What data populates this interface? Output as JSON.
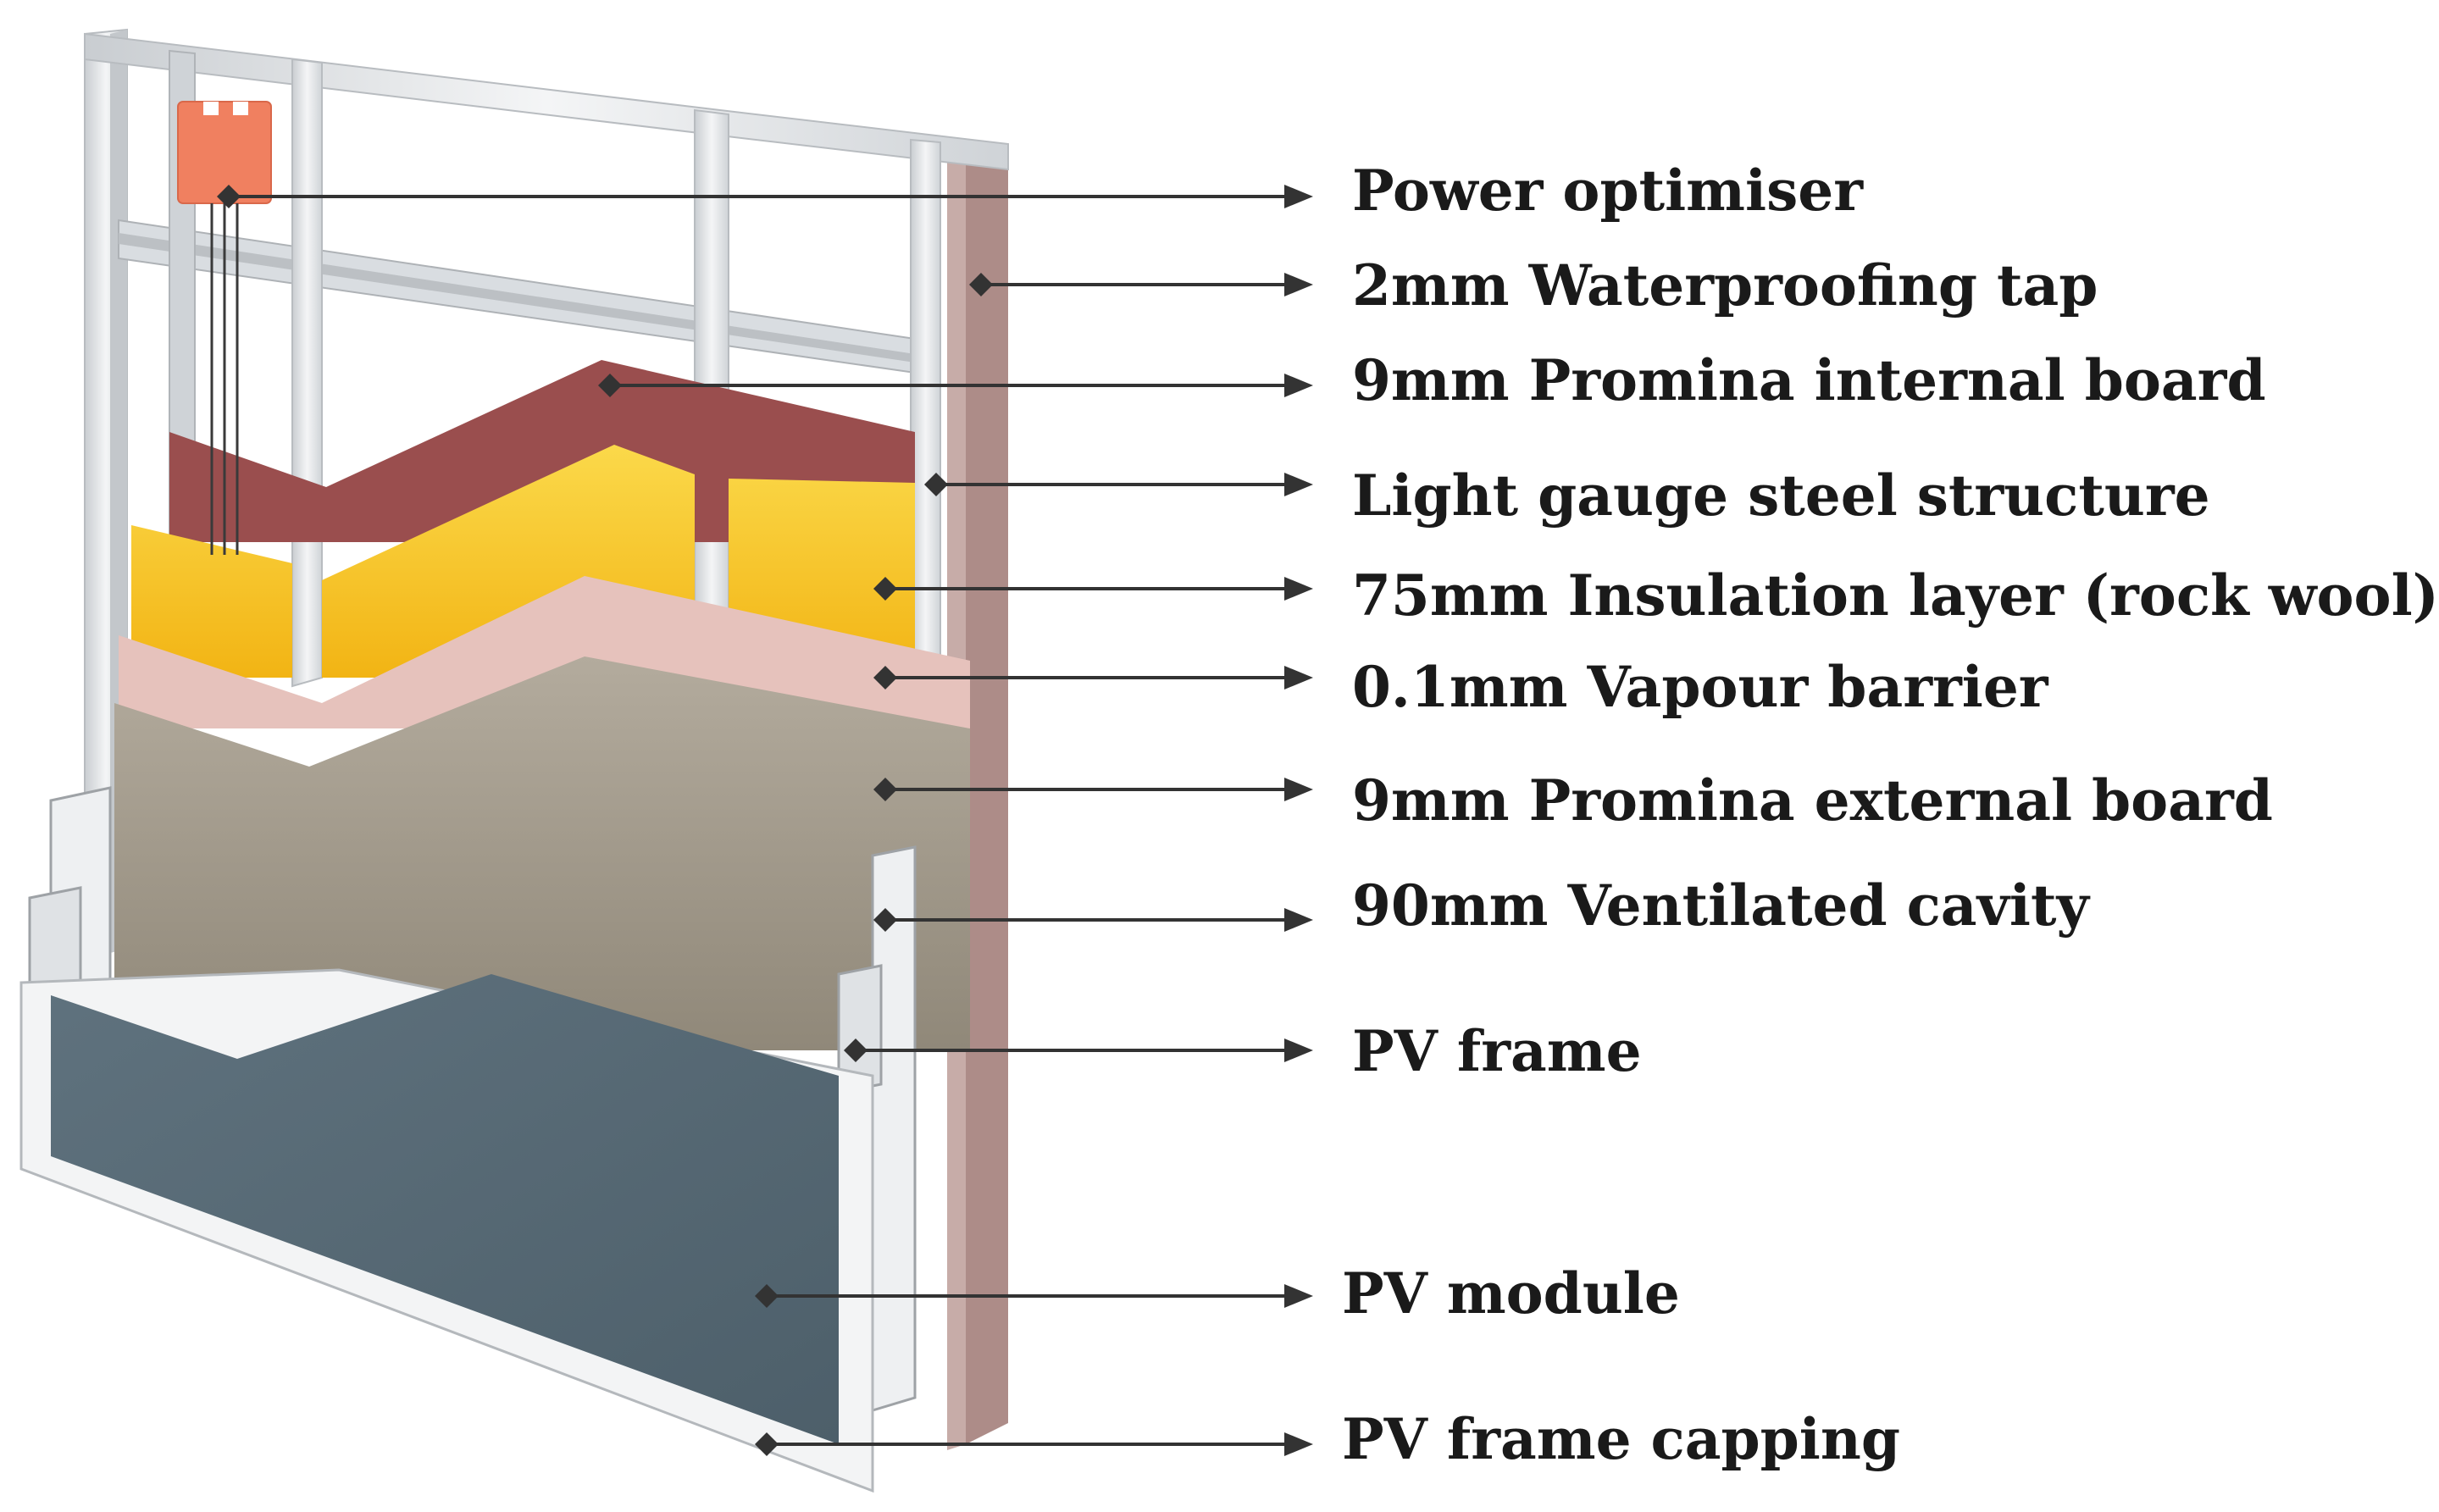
{
  "labels": [
    "Power optimiser",
    "2mm Waterproofing tap",
    "9mm Promina internal board",
    "Light gauge steel structure",
    "75mm Insulation layer (rock wool)",
    "0.1mm Vapour barrier",
    "9mm Promina external board",
    "90mm Ventilated cavity",
    "PV frame",
    "PV module",
    "PV frame capping"
  ],
  "colors": {
    "power_optimiser": "#f08060",
    "internal_board": "#9a4e4e",
    "insulation": "#f7c51e",
    "vapour_barrier": "#e6c2bc",
    "external_board": "#a39b8c",
    "pv_module": "#566874",
    "steel_frame": "#dfe2e5",
    "waterproofing_edge": "#ad8c88",
    "leader_line": "#333333",
    "label_text": "#1a1a1a"
  }
}
